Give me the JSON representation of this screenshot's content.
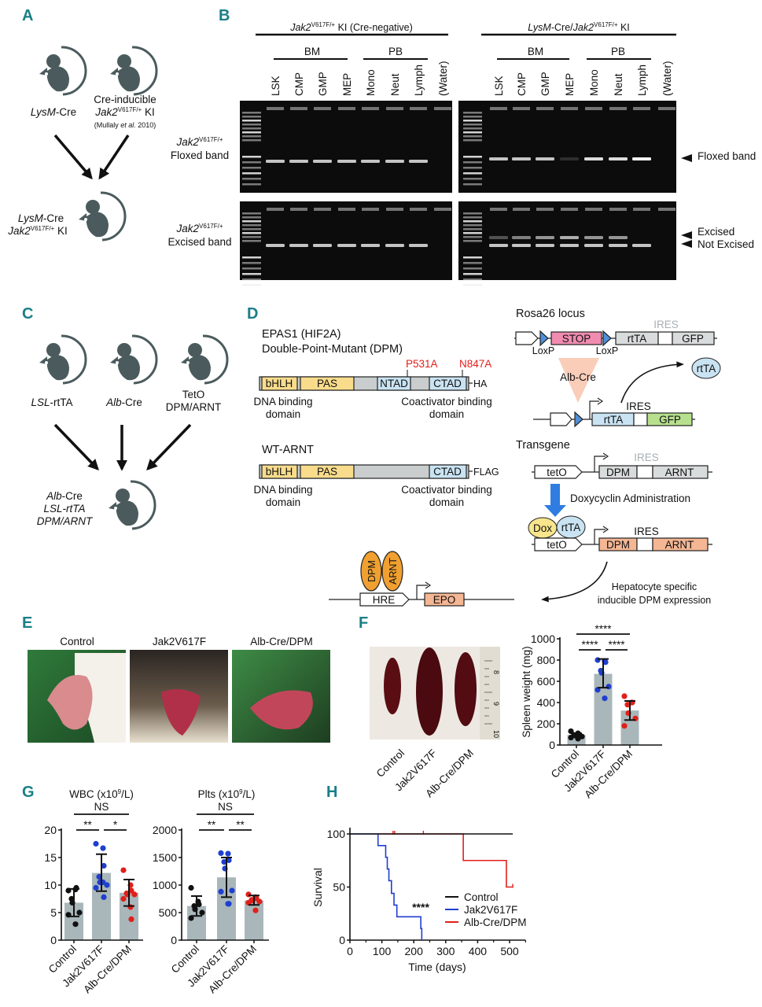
{
  "panel_letters": {
    "a": "A",
    "b": "B",
    "c": "C",
    "d": "D",
    "e": "E",
    "f": "F",
    "g": "G",
    "h": "H"
  },
  "panel_a": {
    "parent1": {
      "italic": "LysM",
      "rest": "-Cre"
    },
    "parent2": {
      "line1": "Cre-inducible",
      "gene": "Jak2",
      "sup": "V617F/+",
      "suffix": " KI",
      "ref_pre": "(Mullaly ",
      "ref_it": "et al.",
      "ref_post": " 2010)"
    },
    "offspring": {
      "italic": "LysM",
      "rest": "-Cre",
      "gene": "Jak2",
      "sup": "V617F/+",
      "suffix": " KI"
    }
  },
  "panel_b": {
    "header_left": {
      "gene": "Jak2",
      "sup": "V617F/+",
      "rest": " KI (Cre-negative)"
    },
    "header_right": {
      "italic1": "LysM",
      "mid": "-Cre/",
      "gene": "Jak2",
      "sup": "V617F/+",
      "rest": " KI"
    },
    "group_bm": "BM",
    "group_pb": "PB",
    "lanes": [
      "LSK",
      "CMP",
      "GMP",
      "MEP",
      "Mono",
      "Neut",
      "Lymph",
      "(Water)"
    ],
    "row_floxed": {
      "gene": "Jak2",
      "sup": "V617F/+",
      "label": "Floxed band"
    },
    "row_excised": {
      "gene": "Jak2",
      "sup": "V617F/+",
      "label": "Excised band"
    },
    "right_labels": {
      "floxed": "Floxed band",
      "excised": "Excised",
      "not_excised": "Not Excised"
    },
    "band_intensity": {
      "floxed_cre_negative": [
        0.8,
        0.8,
        0.8,
        0.8,
        0.8,
        0.8,
        0.8,
        0
      ],
      "floxed_lysm_cre": [
        0.8,
        0.8,
        0.8,
        0.15,
        0.9,
        0.9,
        1,
        0
      ],
      "excised_cre_negative": [
        0.8,
        0.8,
        0.8,
        0.8,
        0.8,
        0.8,
        0.8,
        0
      ],
      "not_excised_lysm_cre": [
        0.8,
        0.8,
        0.8,
        0.8,
        0.8,
        0.8,
        0.8,
        0
      ],
      "excised_lysm_cre": [
        0.3,
        0.5,
        0.6,
        0.7,
        0.6,
        0.6,
        0,
        0
      ]
    }
  },
  "panel_c": {
    "parent1": {
      "italic": "LSL",
      "rest": "-rtTA"
    },
    "parent2": {
      "italic": "Alb",
      "rest": "-Cre"
    },
    "parent3": {
      "line1": "TetO",
      "line2": "DPM/ARNT"
    },
    "offspring": {
      "italic": "Alb",
      "rest": "-Cre",
      "line2": "LSL-rtTA",
      "line3": "DPM/ARNT"
    }
  },
  "panel_d": {
    "epas1_title": "EPAS1 (HIF2A)",
    "epas1_subtitle": "Double-Point-Mutant (DPM)",
    "mutation1": "P531A",
    "mutation2": "N847A",
    "domains": {
      "bhlh": "bHLH",
      "pas": "PAS",
      "ntad": "NTAD",
      "ctad": "CTAD"
    },
    "tag_ha": "HA",
    "tag_flag": "FLAG",
    "dna_binding": [
      "DNA binding",
      "domain"
    ],
    "coactivator_binding": [
      "Coactivator binding",
      "domain"
    ],
    "arnt_title": "WT-ARNT",
    "rosa_title": "Rosa26 locus",
    "stop": "STOP",
    "loxp": "LoxP",
    "rtta": "rtTA",
    "ires": "IRES",
    "gfp": "GFP",
    "alb_cre": "Alb-Cre",
    "transgene_title": "Transgene",
    "teto": "tetO",
    "dpm": "DPM",
    "arnt": "ARNT",
    "dox_admin": "Doxycyclin Administration",
    "dox": "Dox",
    "hepatocyte": [
      "Hepatocyte specific",
      "inducible DPM expression"
    ],
    "hre": "HRE",
    "epo": "EPO",
    "colors": {
      "stop": "#f08cb0",
      "rtta": "#c9e3f2",
      "gfp": "#b7e08e",
      "yellow": "#f8dc8c",
      "salmon": "#f4b693",
      "orange": "#f0a030",
      "gray": "#d9dcdc",
      "blue_arrow": "#2f7de1",
      "mutation": "#e0201b"
    }
  },
  "panel_e": {
    "labels": [
      "Control",
      "Jak2V617F",
      "Alb-Cre/DPM"
    ]
  },
  "panel_f": {
    "photo_labels": [
      "Control",
      "Jak2V617F",
      "Alb-Cre/DPM"
    ],
    "ruler_numbers": [
      "8",
      "9",
      "10"
    ]
  },
  "chart_data": [
    {
      "id": "spleen",
      "type": "bar",
      "ylabel": "Spleen weight (mg)",
      "categories": [
        "Control",
        "Jak2V617F",
        "Alb-Cre/DPM"
      ],
      "ylim": [
        0,
        1000
      ],
      "yticks": [
        "0",
        "200",
        "400",
        "600",
        "800",
        "1000"
      ],
      "values": [
        95,
        670,
        325
      ],
      "error": [
        [
          80,
          110
        ],
        [
          540,
          810
        ],
        [
          235,
          415
        ]
      ],
      "points": [
        [
          130,
          110,
          100,
          95,
          90,
          80,
          70,
          60
        ],
        [
          800,
          790,
          780,
          700,
          680,
          550,
          520,
          440
        ],
        [
          460,
          400,
          400,
          380,
          300,
          250,
          180
        ]
      ],
      "point_colors": [
        "#111111",
        "#1f3fcf",
        "#e0201b"
      ],
      "bar_color": "#a9b7bb",
      "significance": [
        {
          "pair": [
            0,
            2
          ],
          "label": "****"
        },
        {
          "pair": [
            0,
            1
          ],
          "label": "****"
        },
        {
          "pair": [
            1,
            2
          ],
          "label": "****"
        }
      ]
    },
    {
      "id": "wbc",
      "type": "bar",
      "title_pre": "WBC (x10",
      "title_sup": "9",
      "title_post": "/L)",
      "categories": [
        "Control",
        "Jak2V617F",
        "Alb-Cre/DPM"
      ],
      "ylim": [
        0,
        20
      ],
      "yticks": [
        "0",
        "5",
        "10",
        "15",
        "20"
      ],
      "values": [
        6.8,
        12.2,
        8.6
      ],
      "error": [
        [
          4.3,
          9.3
        ],
        [
          8.9,
          15.6
        ],
        [
          6.2,
          11.0
        ]
      ],
      "points": [
        [
          9.0,
          9.2,
          9.5,
          7.5,
          6.8,
          5.0,
          4.6,
          2.9
        ],
        [
          17.5,
          16.7,
          13.5,
          11.5,
          10.5,
          10.0,
          9.5,
          10.5,
          7.8
        ],
        [
          12.7,
          10.0,
          9.0,
          8.5,
          8.3,
          8.3,
          7.5,
          6.0,
          3.8
        ]
      ],
      "point_colors": [
        "#111111",
        "#1f3fcf",
        "#e0201b"
      ],
      "bar_color": "#a9b7bb",
      "significance": [
        {
          "pair": [
            0,
            2
          ],
          "label": "NS"
        },
        {
          "pair": [
            0,
            1
          ],
          "label": "**"
        },
        {
          "pair": [
            1,
            2
          ],
          "label": "*"
        }
      ]
    },
    {
      "id": "plts",
      "type": "bar",
      "title_pre": "Plts (x10",
      "title_sup": "9",
      "title_post": "/L)",
      "categories": [
        "Control",
        "Jak2V617F",
        "Alb-Cre/DPM"
      ],
      "ylim": [
        0,
        2000
      ],
      "yticks": [
        "0",
        "500",
        "1000",
        "1500",
        "2000"
      ],
      "values": [
        620,
        1140,
        720
      ],
      "error": [
        [
          440,
          800
        ],
        [
          780,
          1500
        ],
        [
          640,
          810
        ]
      ],
      "points": [
        [
          950,
          700,
          650,
          620,
          560,
          500,
          400
        ],
        [
          1580,
          1570,
          1450,
          1420,
          1300,
          900,
          880,
          660,
          660
        ],
        [
          830,
          780,
          760,
          730,
          720,
          700,
          680,
          540
        ]
      ],
      "point_colors": [
        "#111111",
        "#1f3fcf",
        "#e0201b"
      ],
      "bar_color": "#a9b7bb",
      "significance": [
        {
          "pair": [
            0,
            2
          ],
          "label": "NS"
        },
        {
          "pair": [
            0,
            1
          ],
          "label": "**"
        },
        {
          "pair": [
            1,
            2
          ],
          "label": "**"
        }
      ]
    },
    {
      "id": "survival",
      "type": "line",
      "xlabel": "Time (days)",
      "ylabel": "Survival",
      "xlim": [
        0,
        550
      ],
      "ylim": [
        0,
        100
      ],
      "xticks": [
        "0",
        "100",
        "200",
        "300",
        "400",
        "500"
      ],
      "yticks": [
        "0",
        "50",
        "100"
      ],
      "annotation": "****",
      "legend_position": "bottom-right",
      "series": [
        {
          "name": "Control",
          "color": "#111111",
          "steps": [
            [
              0,
              100
            ],
            [
              510,
              100
            ]
          ],
          "censored": []
        },
        {
          "name": "Jak2V617F",
          "color": "#1f3fcf",
          "steps": [
            [
              0,
              100
            ],
            [
              88,
              89
            ],
            [
              112,
              78
            ],
            [
              117,
              67
            ],
            [
              122,
              56
            ],
            [
              130,
              44
            ],
            [
              138,
              33
            ],
            [
              147,
              22
            ],
            [
              222,
              11
            ],
            [
              225,
              0
            ]
          ],
          "censored": []
        },
        {
          "name": "Alb-Cre/DPM",
          "color": "#e0201b",
          "steps": [
            [
              88,
              100
            ],
            [
              355,
              75
            ],
            [
              490,
              50
            ],
            [
              510,
              50
            ]
          ],
          "censored": [
            135,
            140,
            230,
            510
          ]
        }
      ]
    }
  ]
}
